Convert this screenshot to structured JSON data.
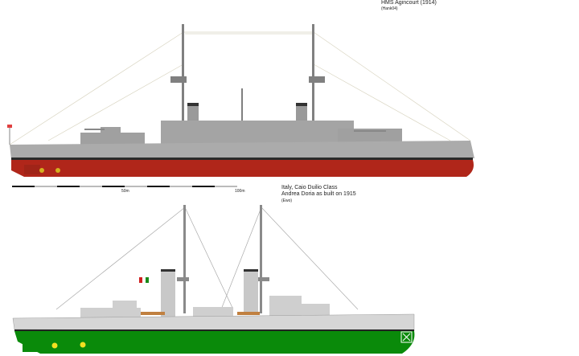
{
  "ship1": {
    "title": "HMS Agincourt (1914)",
    "credit": "(Hank04)",
    "hull_color": "#b0261a",
    "upper_color": "#a9a9a9"
  },
  "scale": {
    "mid_label": "50m",
    "end_label": "100m"
  },
  "ship2": {
    "line1": "Italy, Caio Duilio Class",
    "line2": "Andrea Doria as built on 1915",
    "credit": "(Ewo)",
    "hull_color": "#0a8a0a",
    "upper_color": "#d4d4d4"
  }
}
